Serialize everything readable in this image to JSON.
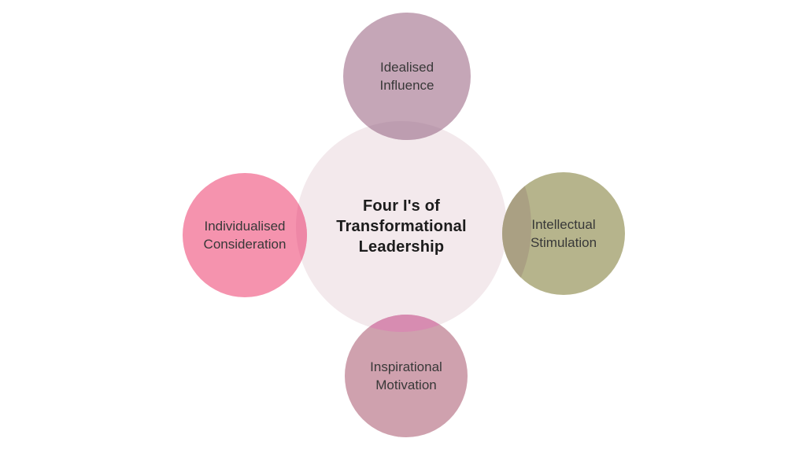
{
  "background": "#ffffff",
  "label_color": "#383838",
  "center": {
    "label": "Four I's of\nTransformational\nLeadership",
    "fill": "#f3e9ec",
    "text_color": "#1c1c1c"
  },
  "circles": {
    "top": {
      "label": "Idealised\nInfluence",
      "fill": "#c5a6b7",
      "overlap_fill": "#bd9db0"
    },
    "left": {
      "label": "Individualised\nConsideration",
      "fill": "#f593ae",
      "overlap_fill": "#ee87a6"
    },
    "right": {
      "label": "Intellectual\nStimulation",
      "fill": "#b6b48c",
      "overlap_fill": "#aaa083"
    },
    "bottom": {
      "label": "Inspirational\nMotivation",
      "fill": "#cfa1ae",
      "overlap_fill": "#d78cb1"
    }
  }
}
